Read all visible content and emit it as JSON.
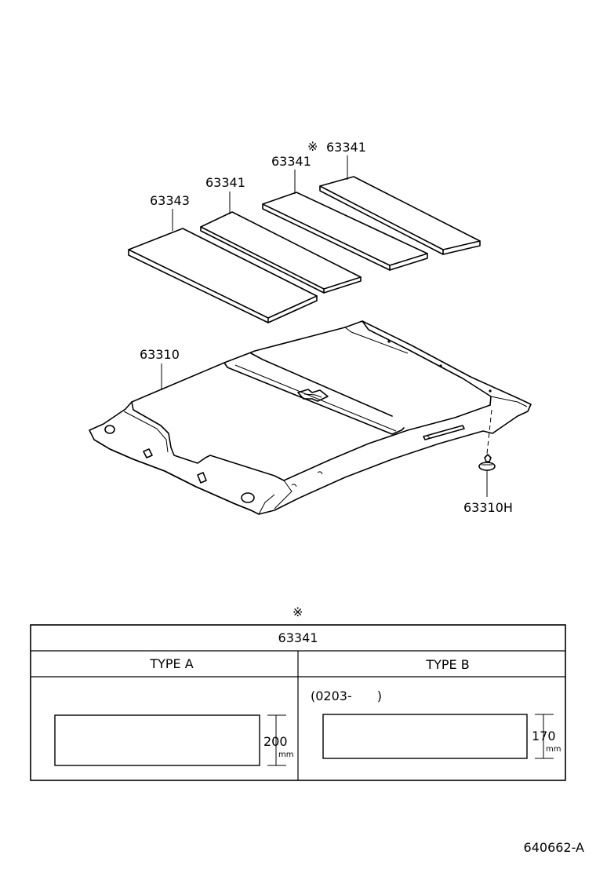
{
  "callouts": {
    "pad_rear_type": "63341",
    "pad_rear_mark": "※",
    "pad_mid_rear": "63341",
    "pad_mid_front": "63341",
    "pad_front": "63343",
    "headlining": "63310",
    "clip": "63310H"
  },
  "table": {
    "asterisk_note": "※",
    "part_number": "63341",
    "type_a": {
      "header": "TYPE A",
      "dimension_value": "200",
      "dimension_unit": "mm"
    },
    "type_b": {
      "header": "TYPE B",
      "date_range": "(0203-　　)",
      "dimension_value": "170",
      "dimension_unit": "mm"
    }
  },
  "figure_id": "640662-A"
}
